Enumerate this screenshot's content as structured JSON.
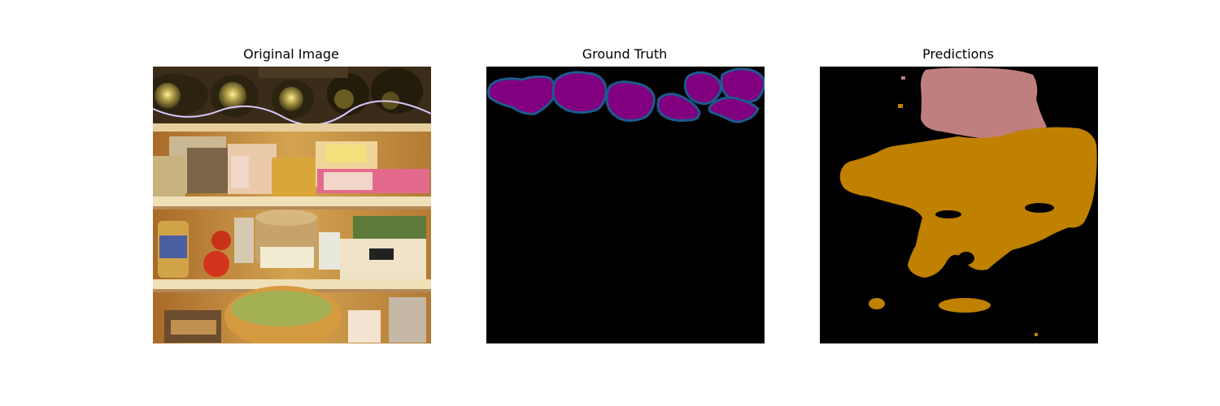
{
  "panels": [
    {
      "title": "Original Image",
      "content": "fridge-photo"
    },
    {
      "title": "Ground Truth",
      "content": "segmentation-mask"
    },
    {
      "title": "Predictions",
      "content": "segmentation-mask"
    }
  ],
  "colors": {
    "mask_background": "#000000",
    "ground_truth_fill": "#800080",
    "ground_truth_outline": "#1c5a8c",
    "prediction_upper_region": "#c07f7f",
    "prediction_main_region": "#c08000"
  }
}
